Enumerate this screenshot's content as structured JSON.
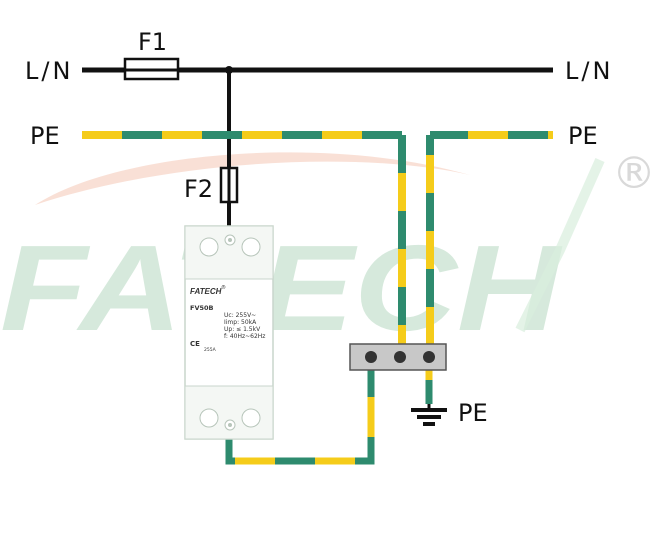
{
  "labels": {
    "ln_left": "L/N",
    "ln_right": "L/N",
    "pe_left": "PE",
    "pe_right": "PE",
    "pe_ground": "PE",
    "f1": "F1",
    "f2": "F2"
  },
  "watermark": {
    "text": "FATECH",
    "registered": "®"
  },
  "device": {
    "brand": "FATECH",
    "brand_mark": "®",
    "model": "FV50B",
    "specs": [
      "Uc: 255V~",
      "Iimp: 50kA",
      "Up: ≤ 1.5kV",
      "f: 40Hz~62Hz"
    ],
    "cert": "CE",
    "badge": "255A"
  },
  "colors": {
    "line": "#111111",
    "pe_green": "#2e8b6e",
    "pe_yellow": "#f5cc1a",
    "terminal_block": "#c8c8c8",
    "watermark": "#cfe6d6",
    "swoosh": "#f7d8cc"
  }
}
